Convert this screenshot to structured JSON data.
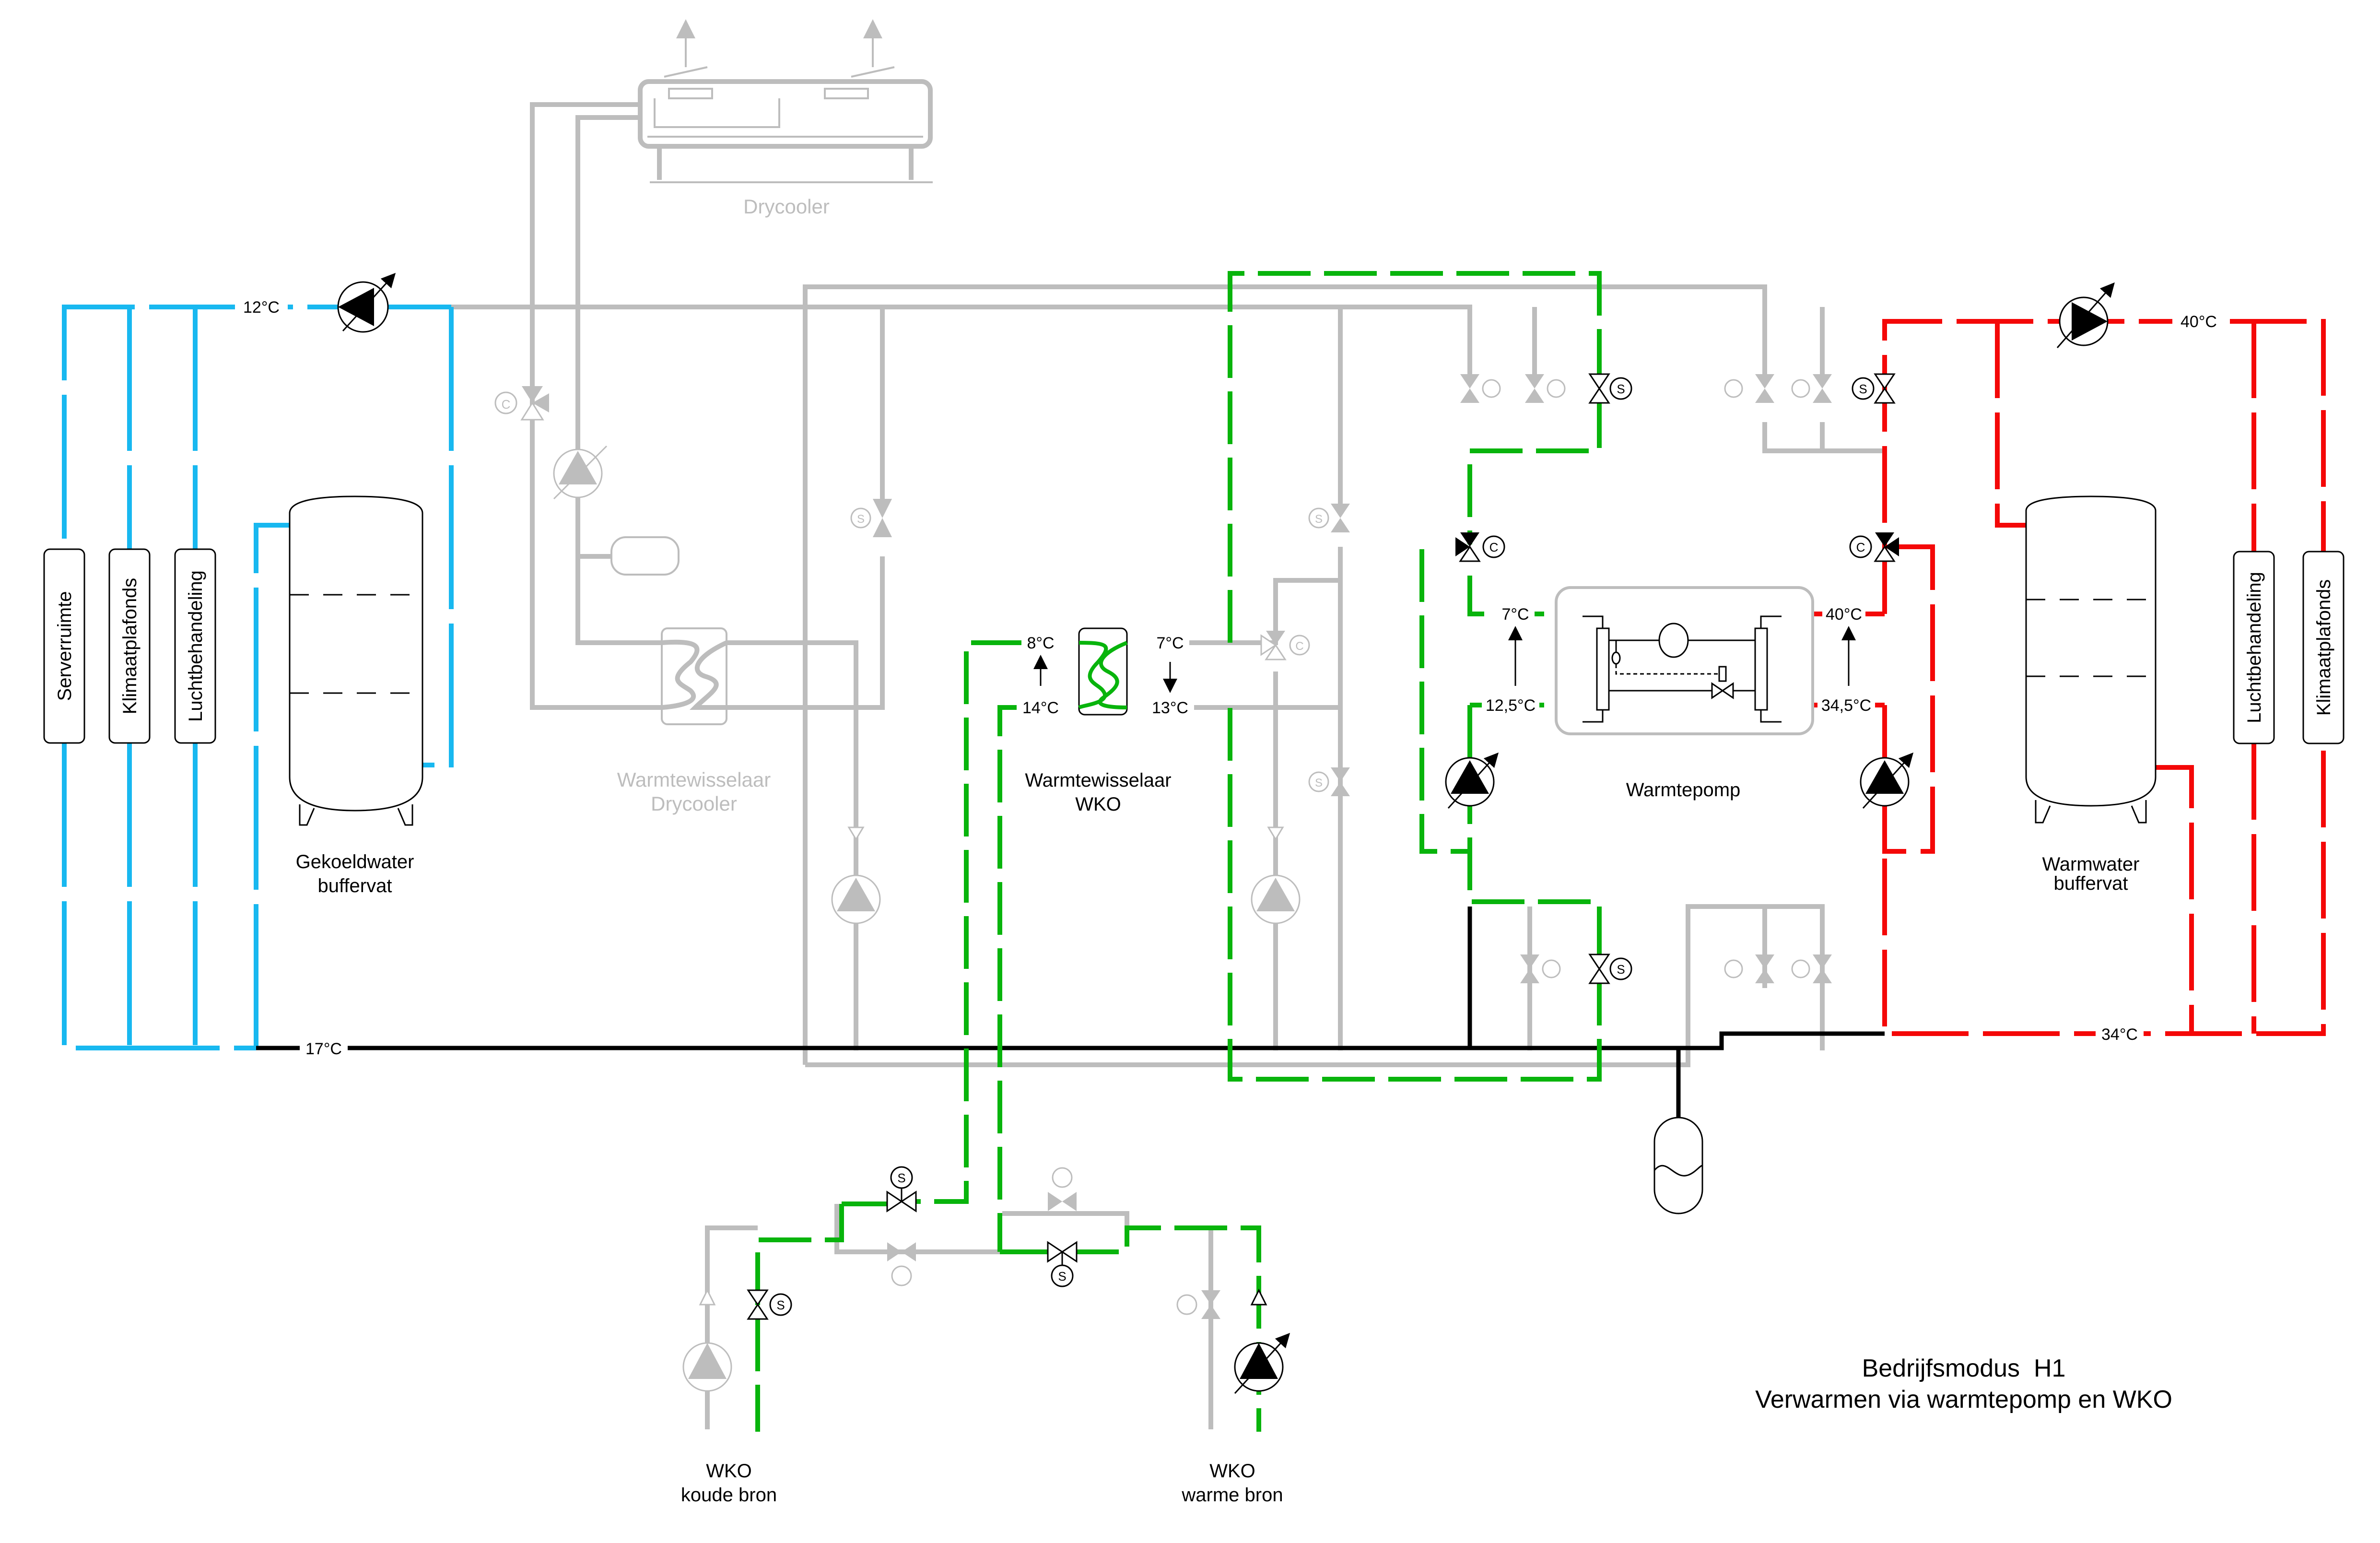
{
  "diagram": {
    "title": "Bedrijfsmodus  H1",
    "subtitle": "Verwarmen via warmtepomp en WKO",
    "colors": {
      "cooling_circuit": "#18b8f0",
      "source_circuit": "#08b40c",
      "heating_circuit": "#f40808",
      "inactive": "#bdbdbd",
      "active": "#000000"
    }
  },
  "components": {
    "drycooler": "Drycooler",
    "hx_drycooler": [
      "Warmtewisselaar",
      "Drycooler"
    ],
    "hx_wko": [
      "Warmtewisselaar",
      "WKO"
    ],
    "heat_pump": "Warmtepomp",
    "cold_buffer": [
      "Gekoeldwater",
      "buffervat"
    ],
    "hot_buffer": [
      "Warmwater",
      "buffervat"
    ],
    "wko_cold": [
      "WKO",
      "koude bron"
    ],
    "wko_warm": [
      "WKO",
      "warme bron"
    ]
  },
  "consumers_cold": [
    "Serverruimte",
    "Klimaatplafonds",
    "Luchtbehandeling"
  ],
  "consumers_hot": [
    "Luchtbehandeling",
    "Klimaatplafonds"
  ],
  "temperatures": {
    "cold_supply": "12°C",
    "cold_return": "17°C",
    "hot_supply": "40°C",
    "hot_return": "34°C",
    "hx_wko_in_left": "8°C",
    "hx_wko_out_left": "14°C",
    "hx_wko_in_right": "7°C",
    "hx_wko_out_right": "13°C",
    "hp_evap_out": "7°C",
    "hp_evap_in": "12,5°C",
    "hp_cond_out": "40°C",
    "hp_cond_in": "34,5°C"
  },
  "valve_labels": {
    "control": "C",
    "shutoff": "S"
  }
}
